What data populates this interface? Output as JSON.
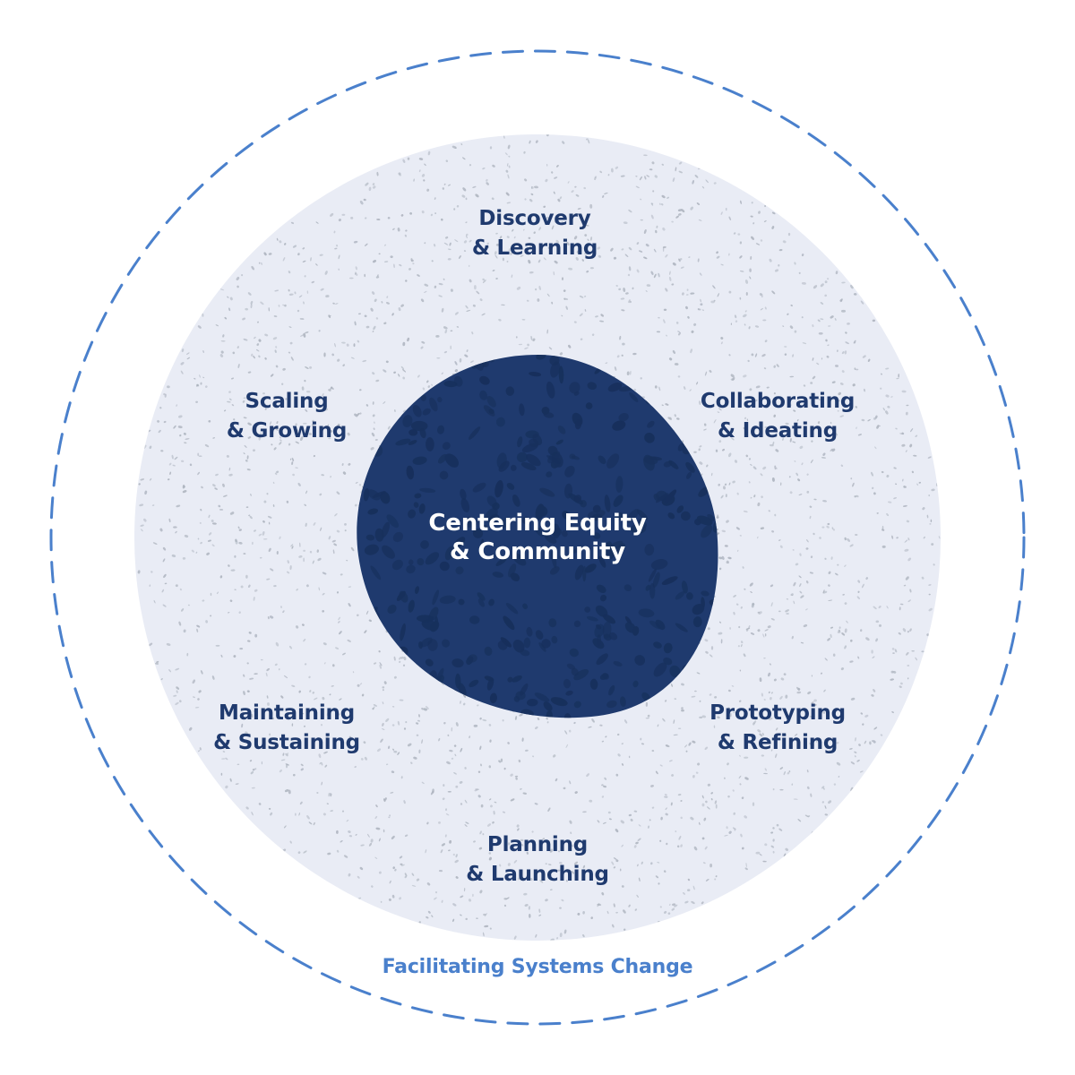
{
  "colors": {
    "background": "#ffffff",
    "outer_ring_dash": "#4a80cc",
    "middle_circle_fill": "#e9ecf5",
    "middle_texture_speck": "#a9b0bb",
    "core_fill": "#1f3a6e",
    "core_texture": "#17305c",
    "stage_text": "#1f3a6e",
    "core_text": "#ffffff",
    "outer_text": "#4a80cc"
  },
  "core": {
    "line1": "Centering Equity",
    "line2": "& Community"
  },
  "stages": [
    {
      "id": "discovery",
      "line1": "Discovery",
      "line2": "& Learning"
    },
    {
      "id": "collaborating",
      "line1": "Collaborating",
      "line2": "& Ideating"
    },
    {
      "id": "prototyping",
      "line1": "Prototyping",
      "line2": "& Refining"
    },
    {
      "id": "planning",
      "line1": "Planning",
      "line2": "& Launching"
    },
    {
      "id": "maintaining",
      "line1": "Maintaining",
      "line2": "& Sustaining"
    },
    {
      "id": "scaling",
      "line1": "Scaling",
      "line2": "& Growing"
    }
  ],
  "outer_ring": {
    "label": "Facilitating Systems Change"
  }
}
